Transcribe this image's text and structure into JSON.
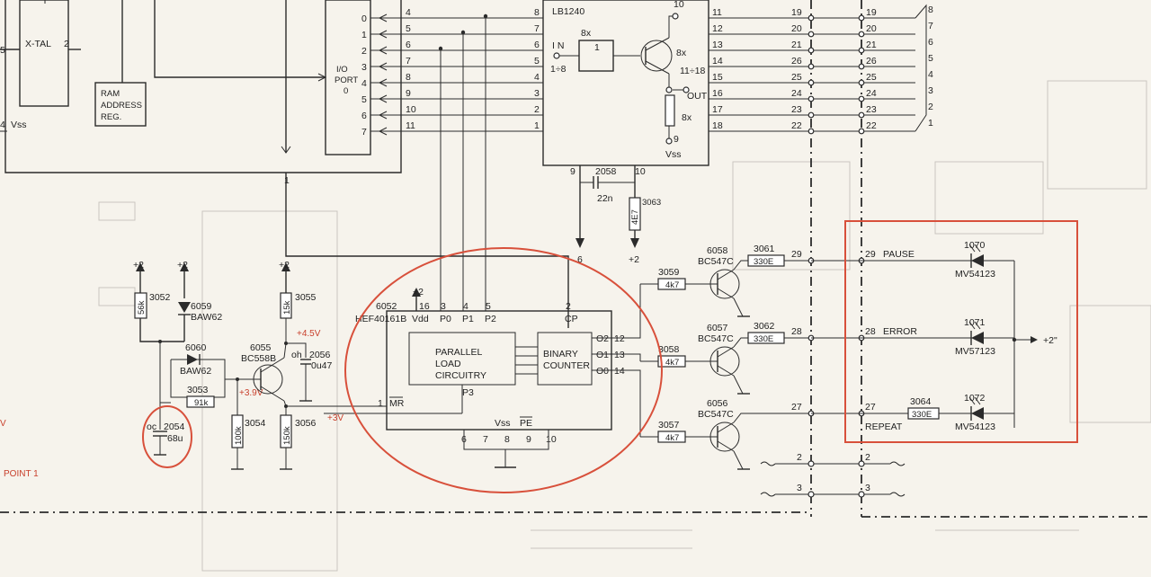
{
  "crystal": {
    "label": "X-TAL",
    "pin_left": "5",
    "pin_right": "2",
    "pin_vss_num": "4",
    "vss": "Vss"
  },
  "ram_reg": {
    "line1": "RAM",
    "line2": "ADDRESS",
    "line3": "REG."
  },
  "io_port": {
    "line1": "I/O",
    "line2": "PORT",
    "line3": "0",
    "pin_out": "1"
  },
  "port_pins": [
    "0",
    "1",
    "2",
    "3",
    "4",
    "5",
    "6",
    "7"
  ],
  "port_wire_nums": [
    "4",
    "5",
    "6",
    "7",
    "8",
    "9",
    "10",
    "11"
  ],
  "lb_chip": {
    "name": "LB1240",
    "left_pins": [
      "8",
      "7",
      "6",
      "5",
      "4",
      "3",
      "2",
      "1"
    ],
    "right_pins": [
      "11",
      "12",
      "13",
      "14",
      "15",
      "16",
      "17",
      "18"
    ],
    "in": "I N",
    "in_pins": "1÷8",
    "mult": "8x",
    "gate": "1",
    "p10": "10",
    "out_pins": "11÷18",
    "out": "OUT",
    "p9": "9",
    "vss": "Vss",
    "p9b": "9",
    "p10b": "10"
  },
  "cap_2058": {
    "ref": "2058",
    "value": "22n"
  },
  "res_3063": {
    "ref": "3063",
    "value": "4E7"
  },
  "arrow_labels": {
    "six": "6",
    "plus2": "+2"
  },
  "bus": {
    "left": [
      "19",
      "20",
      "21",
      "26",
      "25",
      "24",
      "23",
      "22"
    ],
    "right": [
      "19",
      "20",
      "21",
      "26",
      "25",
      "24",
      "23",
      "22"
    ],
    "far": [
      "8",
      "7",
      "6",
      "5",
      "4",
      "3",
      "2",
      "1"
    ]
  },
  "counter": {
    "ref": "6052",
    "part": "HEF40161B",
    "vdd": "Vdd",
    "p0": "P0",
    "p1": "P1",
    "p2": "P2",
    "cp": "CP",
    "pin16": "16",
    "pin3": "3",
    "pin4": "4",
    "pin5": "5",
    "pin2": "2",
    "plc1": "PARALLEL",
    "plc2": "LOAD",
    "plc3": "CIRCUITRY",
    "bc1": "BINARY",
    "bc2": "COUNTER",
    "o2": "O2",
    "o1": "O1",
    "o0": "O0",
    "p12": "12",
    "p13": "13",
    "p14": "14",
    "p3": "P3",
    "mr_num": "1",
    "mr": "MR",
    "vss": "Vss",
    "pe": "PE",
    "bottom": [
      "6",
      "7",
      "8",
      "9",
      "10"
    ],
    "supply": "+2"
  },
  "transistors": [
    {
      "ref": "6058",
      "type": "BC547C",
      "r_ref": "3059",
      "r_val": "4k7",
      "r2_ref": "3061",
      "r2_val": "330E",
      "wire": "29"
    },
    {
      "ref": "6057",
      "type": "BC547C",
      "r_ref": "3058",
      "r_val": "4k7",
      "r2_ref": "3062",
      "r2_val": "330E",
      "wire": "28"
    },
    {
      "ref": "6056",
      "type": "BC547C",
      "r_ref": "3057",
      "r_val": "4k7",
      "r2_ref": "",
      "r2_val": "",
      "wire": "27"
    }
  ],
  "leds": [
    {
      "num": "29",
      "label": "PAUSE",
      "ref": "1070",
      "part": "MV54123"
    },
    {
      "num": "28",
      "label": "ERROR",
      "ref": "1071",
      "part": "MV57123"
    },
    {
      "num": "27",
      "label": "REPEAT",
      "ref": "1072",
      "part": "MV54123",
      "r_ref": "3064",
      "r_val": "330E"
    }
  ],
  "led_supply": "+2\"",
  "bottom_wires": {
    "two": "2",
    "three": "3"
  },
  "left_circuit": {
    "supply_plus2": "+2",
    "r3052": {
      "ref": "3052",
      "val": "56k"
    },
    "d6059": {
      "ref": "6059",
      "part": "BAW62"
    },
    "d6060": {
      "ref": "6060",
      "part": "BAW62"
    },
    "r3053": {
      "ref": "3053",
      "val": "91k"
    },
    "c2054": {
      "ref": "2054",
      "val": "68u",
      "tag": "oc"
    },
    "r3055": {
      "ref": "3055",
      "val": "15k"
    },
    "q6055": {
      "ref": "6055",
      "part": "BC558B"
    },
    "r3054": {
      "ref": "3054",
      "val": "100k"
    },
    "r3056": {
      "ref": "3056",
      "val": "150k"
    },
    "c2056": {
      "ref": "2056",
      "val": "0u47",
      "tag": "oh"
    },
    "v45": "+4.5V",
    "v39": "+3.9V",
    "v3": "+3V"
  },
  "margin_text": {
    "point": "POINT 1",
    "v": "V"
  },
  "colors": {
    "annotation": "#d8503b",
    "ink": "#2b2b2b",
    "paper": "#f6f3ec"
  }
}
